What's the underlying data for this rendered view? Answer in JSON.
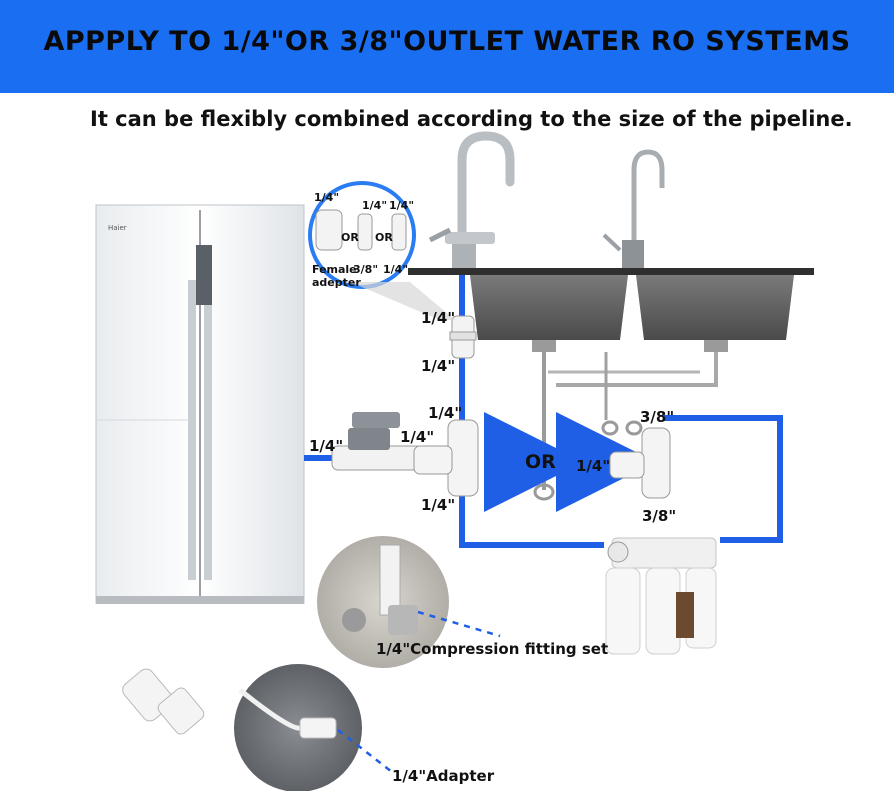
{
  "banner": {
    "title": "APPPLY TO 1/4\"OR 3/8\"OUTLET WATER RO SYSTEMS",
    "color": "#1a6ef2"
  },
  "subtitle": "It can be flexibly combined according to the size of the pipeline.",
  "inset": {
    "top_left": "1/4\"",
    "top_mid": "1/4\"",
    "top_right": "1/4\"",
    "or1": "OR",
    "or2": "OR",
    "bottom_mid": "3/8\"",
    "bottom_right": "1/4\"",
    "female_line1": "Female",
    "female_line2": "adepter"
  },
  "labels": {
    "upper_fitting": "1/4\"",
    "pipe_mid": "1/4\"",
    "tee_top": "1/4\"",
    "fridge_line": "1/4\"",
    "valve_out": "1/4\"",
    "tee_bottom": "1/4\"",
    "or_arrow": "OR",
    "ro_tee_left": "1/4\"",
    "ro_tee_top": "3/8\"",
    "ro_tee_bottom": "3/8\""
  },
  "callouts": {
    "compression": "1/4\"Compression fitting set",
    "adapter": "1/4\"Adapter"
  },
  "fridge_brand": "Haier",
  "pipe_color": "#1f5fe6"
}
